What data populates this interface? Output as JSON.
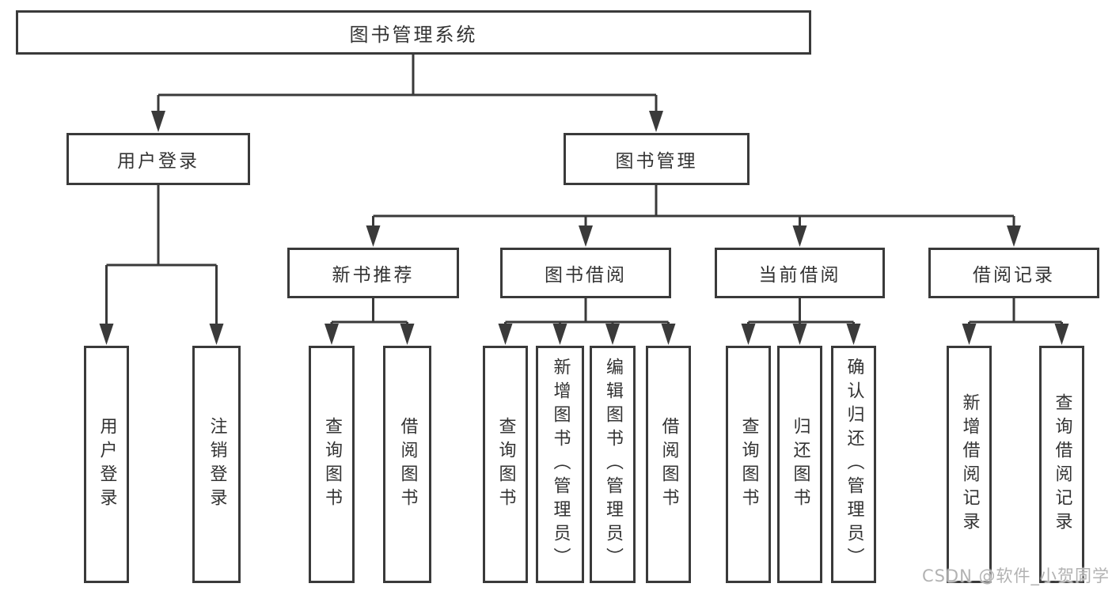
{
  "tree": {
    "label": "图书管理系统",
    "children": [
      {
        "label": "用户登录",
        "children": [
          {
            "label": "用户登录"
          },
          {
            "label": "注销登录"
          }
        ]
      },
      {
        "label": "图书管理",
        "children": [
          {
            "label": "新书推荐",
            "children": [
              {
                "label": "查询图书"
              },
              {
                "label": "借阅图书"
              }
            ]
          },
          {
            "label": "图书借阅",
            "children": [
              {
                "label": "查询图书"
              },
              {
                "label": "新增图书（管理员）"
              },
              {
                "label": "编辑图书（管理员）"
              },
              {
                "label": "借阅图书"
              }
            ]
          },
          {
            "label": "当前借阅",
            "children": [
              {
                "label": "查询图书"
              },
              {
                "label": "归还图书"
              },
              {
                "label": "确认归还（管理员）"
              }
            ]
          },
          {
            "label": "借阅记录",
            "children": [
              {
                "label": "新增借阅记录"
              },
              {
                "label": "查询借阅记录"
              }
            ]
          }
        ]
      }
    ]
  },
  "watermark": "CSDN @软件_小贺同学",
  "colors": {
    "line": "#3a3a3a",
    "text": "#333333",
    "watermark": "#b2b2b2",
    "background": "#ffffff"
  }
}
